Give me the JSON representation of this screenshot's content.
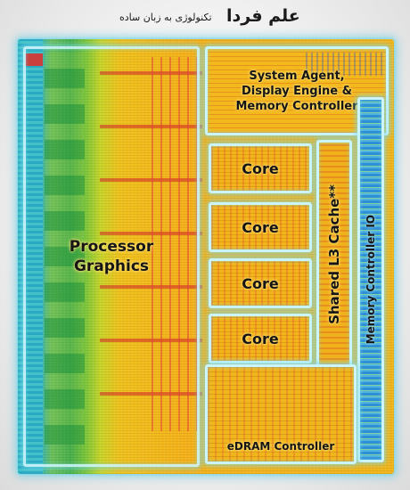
{
  "header": {
    "brand": "علم فردا",
    "tagline": "تکنولوژی به زبان ساده"
  },
  "blocks": {
    "processor_graphics": "Processor\nGraphics",
    "system_agent": "System Agent,\nDisplay Engine &\nMemory Controller",
    "cores": [
      "Core",
      "Core",
      "Core",
      "Core"
    ],
    "l3_cache": "Shared L3 Cache**",
    "memory_controller_io": "Memory Controller IO",
    "edram_controller": "eDRAM Controller"
  },
  "colors": {
    "highlight_border": "#ccf4fb",
    "die_yellow": "#f2b61b",
    "die_green": "#48b04b",
    "die_cyan": "#2fb8c4"
  }
}
